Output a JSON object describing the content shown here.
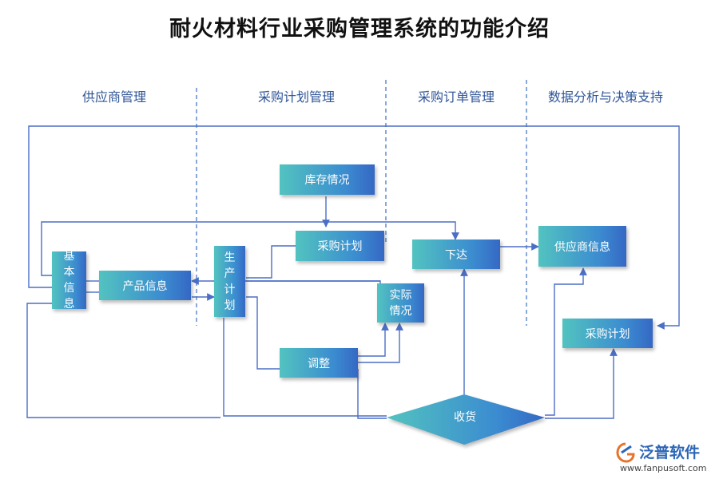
{
  "title": "耐火材料行业采购管理系统的功能介绍",
  "sections": {
    "supplier_mgmt": "供应商管理",
    "purchase_plan_mgmt": "采购计划管理",
    "purchase_order_mgmt": "采购订单管理",
    "data_analysis": "数据分析与决策支持"
  },
  "nodes": {
    "basic_info": [
      "基",
      "本",
      "信",
      "息"
    ],
    "product_info": "产品信息",
    "production_plan": [
      "生",
      "产",
      "计",
      "划"
    ],
    "inventory_status": "库存情况",
    "purchase_plan_1": "采购计划",
    "adjust": "调整",
    "actual_status": [
      "实际",
      "情况"
    ],
    "issue": "下达",
    "receiving": "收货",
    "supplier_info": "供应商信息",
    "purchase_plan_2": "采购计划"
  },
  "logo": {
    "name": "泛普软件",
    "url": "www.fanpusoft.com"
  },
  "colors": {
    "box_start": "#52c3c0",
    "box_end": "#3568c4",
    "line": "#4b6fc6",
    "divider": "#4a78c2",
    "section_text": "#2f5597"
  }
}
